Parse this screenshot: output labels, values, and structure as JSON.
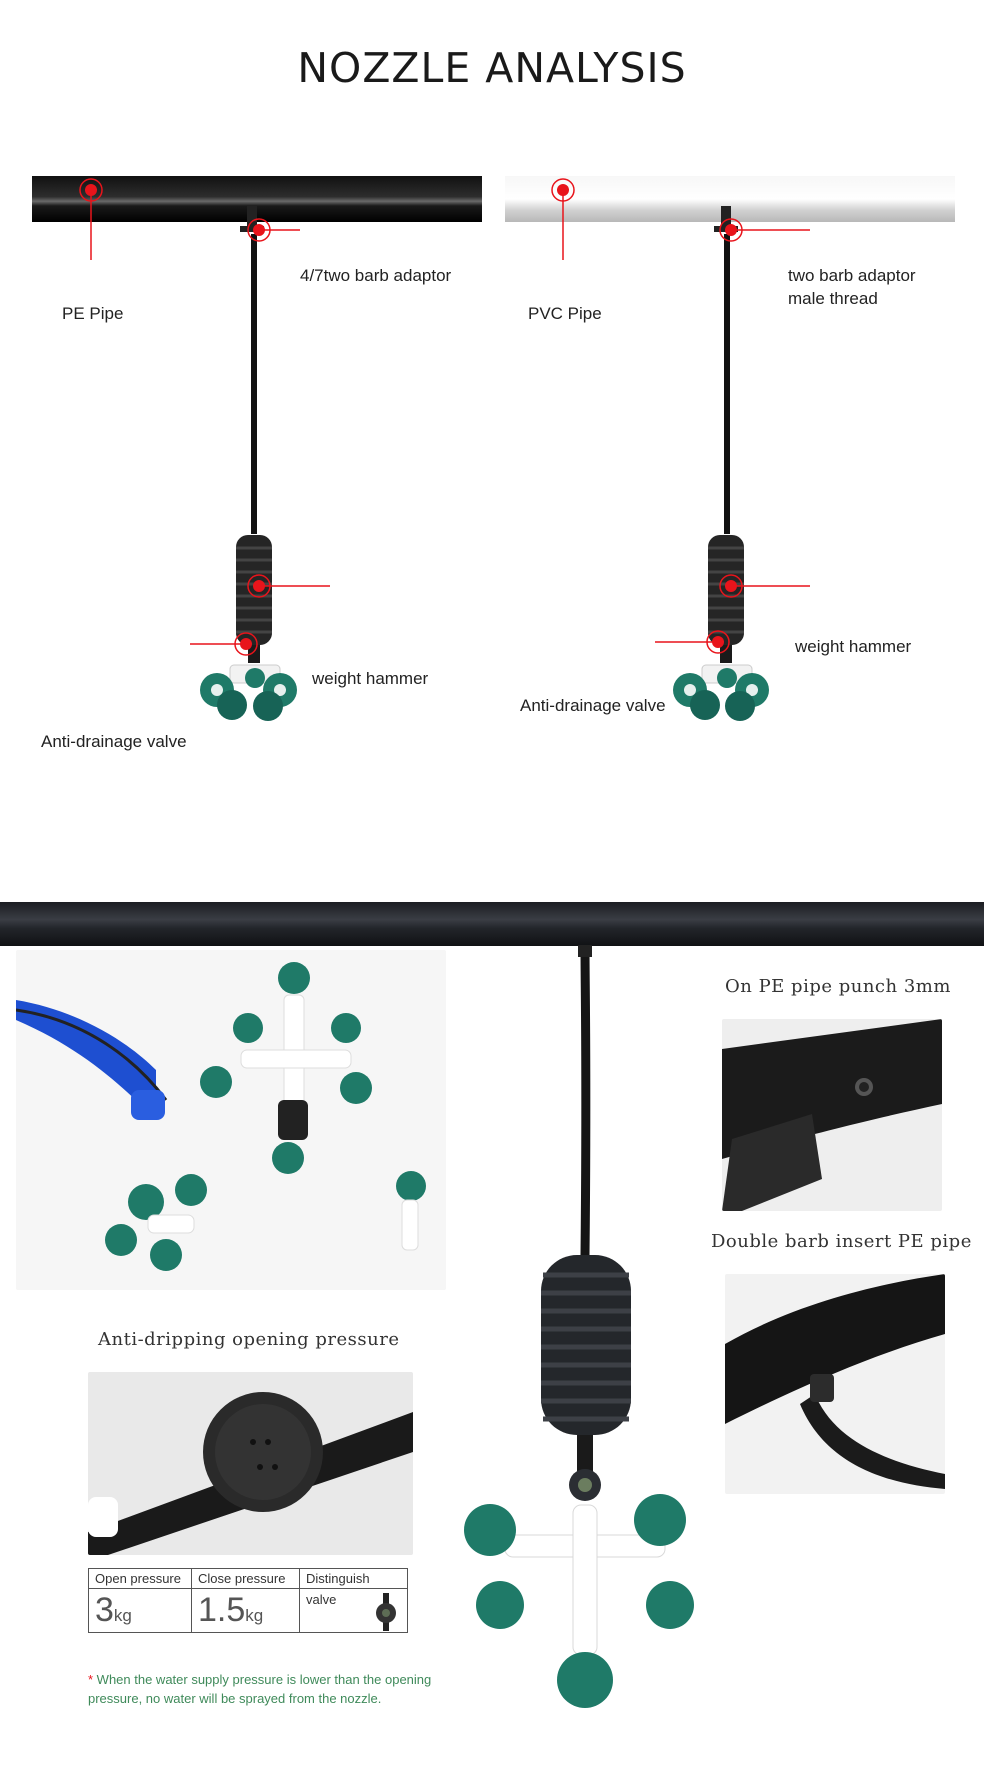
{
  "title": "NOZZLE ANALYSIS",
  "left_diagram": {
    "pipe_label": "PE Pipe",
    "adaptor_label": "4/7two barb adaptor",
    "hammer_label": "weight hammer",
    "valve_label": "Anti-drainage valve"
  },
  "right_diagram": {
    "pipe_label": "PVC Pipe",
    "adaptor_label_1": "two barb adaptor",
    "adaptor_label_2": "male thread",
    "hammer_label": "weight hammer",
    "valve_label": "Anti-drainage valve"
  },
  "captions": {
    "punch": "On PE pipe punch 3mm",
    "double_barb": "Double barb insert PE pipe",
    "anti_drip": "Anti-dripping opening pressure"
  },
  "pressure_table": {
    "headers": [
      "Open pressure",
      "Close pressure",
      "Distinguish"
    ],
    "open_value": "3",
    "open_unit": "kg",
    "close_value": "1.5",
    "close_unit": "kg",
    "distinguish_value": "valve"
  },
  "note": {
    "star": "*",
    "text": " When the water supply pressure is lower than the opening pressure, no water will be sprayed from the nozzle."
  },
  "colors": {
    "red_marker": "#e8141b",
    "nozzle_green": "#1f7a68",
    "note_green": "#3f8a5a"
  }
}
